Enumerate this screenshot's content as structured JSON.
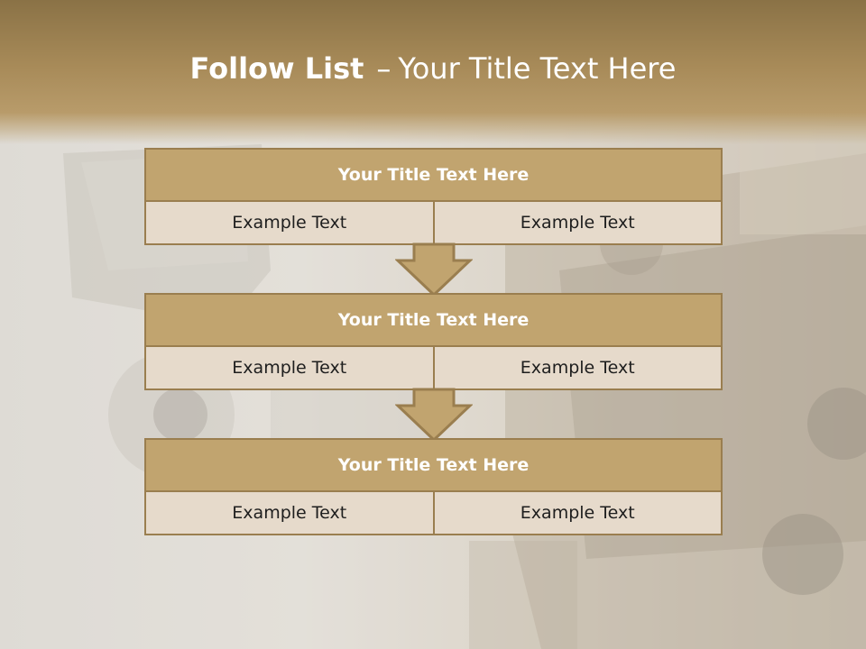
{
  "title": {
    "bold": "Follow List",
    "separator": "–",
    "rest": "Your Title Text Here"
  },
  "steps": [
    {
      "title": "Your Title Text Here",
      "left": "Example Text",
      "right": "Example Text"
    },
    {
      "title": "Your Title Text Here",
      "left": "Example Text",
      "right": "Example Text"
    },
    {
      "title": "Your Title Text Here",
      "left": "Example Text",
      "right": "Example Text"
    }
  ],
  "colors": {
    "header_band": "#a78a58",
    "box_header": "#c1a46f",
    "box_body": "#e6dacb",
    "border": "#9a7e4f"
  }
}
